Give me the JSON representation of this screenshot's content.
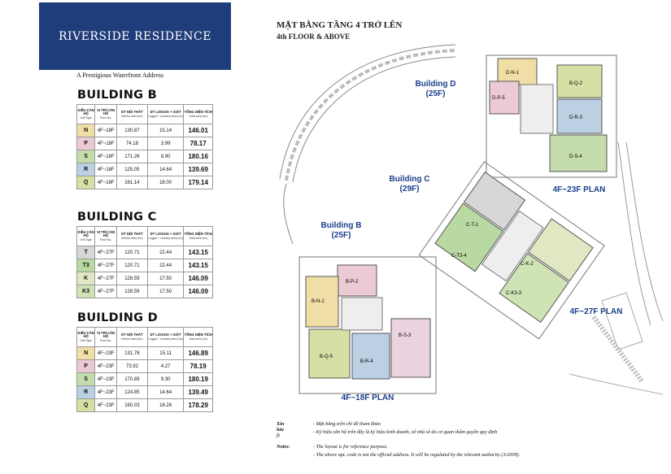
{
  "logo": {
    "text": "RIVERSIDE RESIDENCE",
    "tagline": "A Prestigious Waterfront Address"
  },
  "table_headers": {
    "type": "KIỂU CĂN HỘ",
    "type_en": "Unit Type",
    "floor": "VỊ TRÍ CĂN HỘ",
    "floor_en": "Floor No.",
    "interior": "DT NỘI THẤT",
    "interior_en": "Interior area (m²)",
    "loggia": "DT LOGGIA + GIẶT",
    "loggia_en": "Loggia + Laundry area (m²)",
    "total": "TỔNG DIỆN TÍCH",
    "total_en": "Total area (m²)"
  },
  "buildings": [
    {
      "title": "BUILDING B",
      "rows": [
        {
          "code": "N",
          "floor": "4F~18F",
          "interior": "130.87",
          "loggia": "15.14",
          "total": "146.01",
          "cls": "c-N"
        },
        {
          "code": "P",
          "floor": "4F~18F",
          "interior": "74.18",
          "loggia": "3.99",
          "total": "78.17",
          "cls": "c-P"
        },
        {
          "code": "S",
          "floor": "4F~18F",
          "interior": "171.26",
          "loggia": "8.90",
          "total": "180.16",
          "cls": "c-S"
        },
        {
          "code": "R",
          "floor": "4F~18F",
          "interior": "125.05",
          "loggia": "14.64",
          "total": "139.69",
          "cls": "c-R"
        },
        {
          "code": "Q",
          "floor": "4F~18F",
          "interior": "161.14",
          "loggia": "18.00",
          "total": "179.14",
          "cls": "c-Q"
        }
      ]
    },
    {
      "title": "BUILDING C",
      "rows": [
        {
          "code": "T",
          "floor": "4F~27F",
          "interior": "120.71",
          "loggia": "22.44",
          "total": "143.15",
          "cls": "c-T"
        },
        {
          "code": "T3",
          "floor": "4F~27F",
          "interior": "120.71",
          "loggia": "22.44",
          "total": "143.15",
          "cls": "c-T3"
        },
        {
          "code": "K",
          "floor": "4F~27F",
          "interior": "128.59",
          "loggia": "17.50",
          "total": "146.09",
          "cls": "c-K"
        },
        {
          "code": "K3",
          "floor": "4F~27F",
          "interior": "128.59",
          "loggia": "17.50",
          "total": "146.09",
          "cls": "c-K3"
        }
      ]
    },
    {
      "title": "BUILDING D",
      "rows": [
        {
          "code": "N",
          "floor": "4F~23F",
          "interior": "131.78",
          "loggia": "15.11",
          "total": "146.89",
          "cls": "c-N"
        },
        {
          "code": "P",
          "floor": "4F~23F",
          "interior": "73.92",
          "loggia": "4.27",
          "total": "78.19",
          "cls": "c-P"
        },
        {
          "code": "S",
          "floor": "4F~23F",
          "interior": "170.89",
          "loggia": "9.30",
          "total": "180.19",
          "cls": "c-S"
        },
        {
          "code": "R",
          "floor": "4F~23F",
          "interior": "124.85",
          "loggia": "14.64",
          "total": "139.49",
          "cls": "c-R"
        },
        {
          "code": "Q",
          "floor": "4F~23F",
          "interior": "160.03",
          "loggia": "18.26",
          "total": "178.29",
          "cls": "c-Q"
        }
      ]
    }
  ],
  "plan": {
    "title_vi": "MẶT BẰNG TẦNG 4 TRỞ LÊN",
    "title_en": "4th FLOOR & ABOVE",
    "building_d": "Building D",
    "building_d_floors": "(25F)",
    "building_c": "Building C",
    "building_c_floors": "(29F)",
    "building_b": "Building B",
    "building_b_floors": "(25F)",
    "plan_d": "4F~23F PLAN",
    "plan_c": "4F~27F PLAN",
    "plan_b": "4F~18F PLAN",
    "units": {
      "dn1": "D-N-1",
      "dp5": "D-P-5",
      "dq2": "B-Q-2",
      "dr3": "D-R-3",
      "ds4": "D-S-4",
      "ct1": "C-T-1",
      "ct34": "C-T3-4",
      "ck2": "C-K-2",
      "ck33": "C-K3-3",
      "bp2": "B-P-2",
      "bn1": "B-N-1",
      "bq5": "B-Q-5",
      "br4": "B-R-4",
      "bs3": "B-S-3"
    }
  },
  "notes": {
    "vi_label": "Xin lưu ý:",
    "vi_1": "- Mặt bằng trên chỉ để tham khảo",
    "vi_2": "- Ký hiệu căn hộ trên đây là ký hiệu kinh doanh, số nhà sẽ do cơ quan thẩm quyền quy định",
    "en_label": "Notes:",
    "en_1": "- The layout is for reference purpose.",
    "en_2": "- The above apt. code is not the official address. It will be regulated by the relevant authority (3/2009)."
  }
}
